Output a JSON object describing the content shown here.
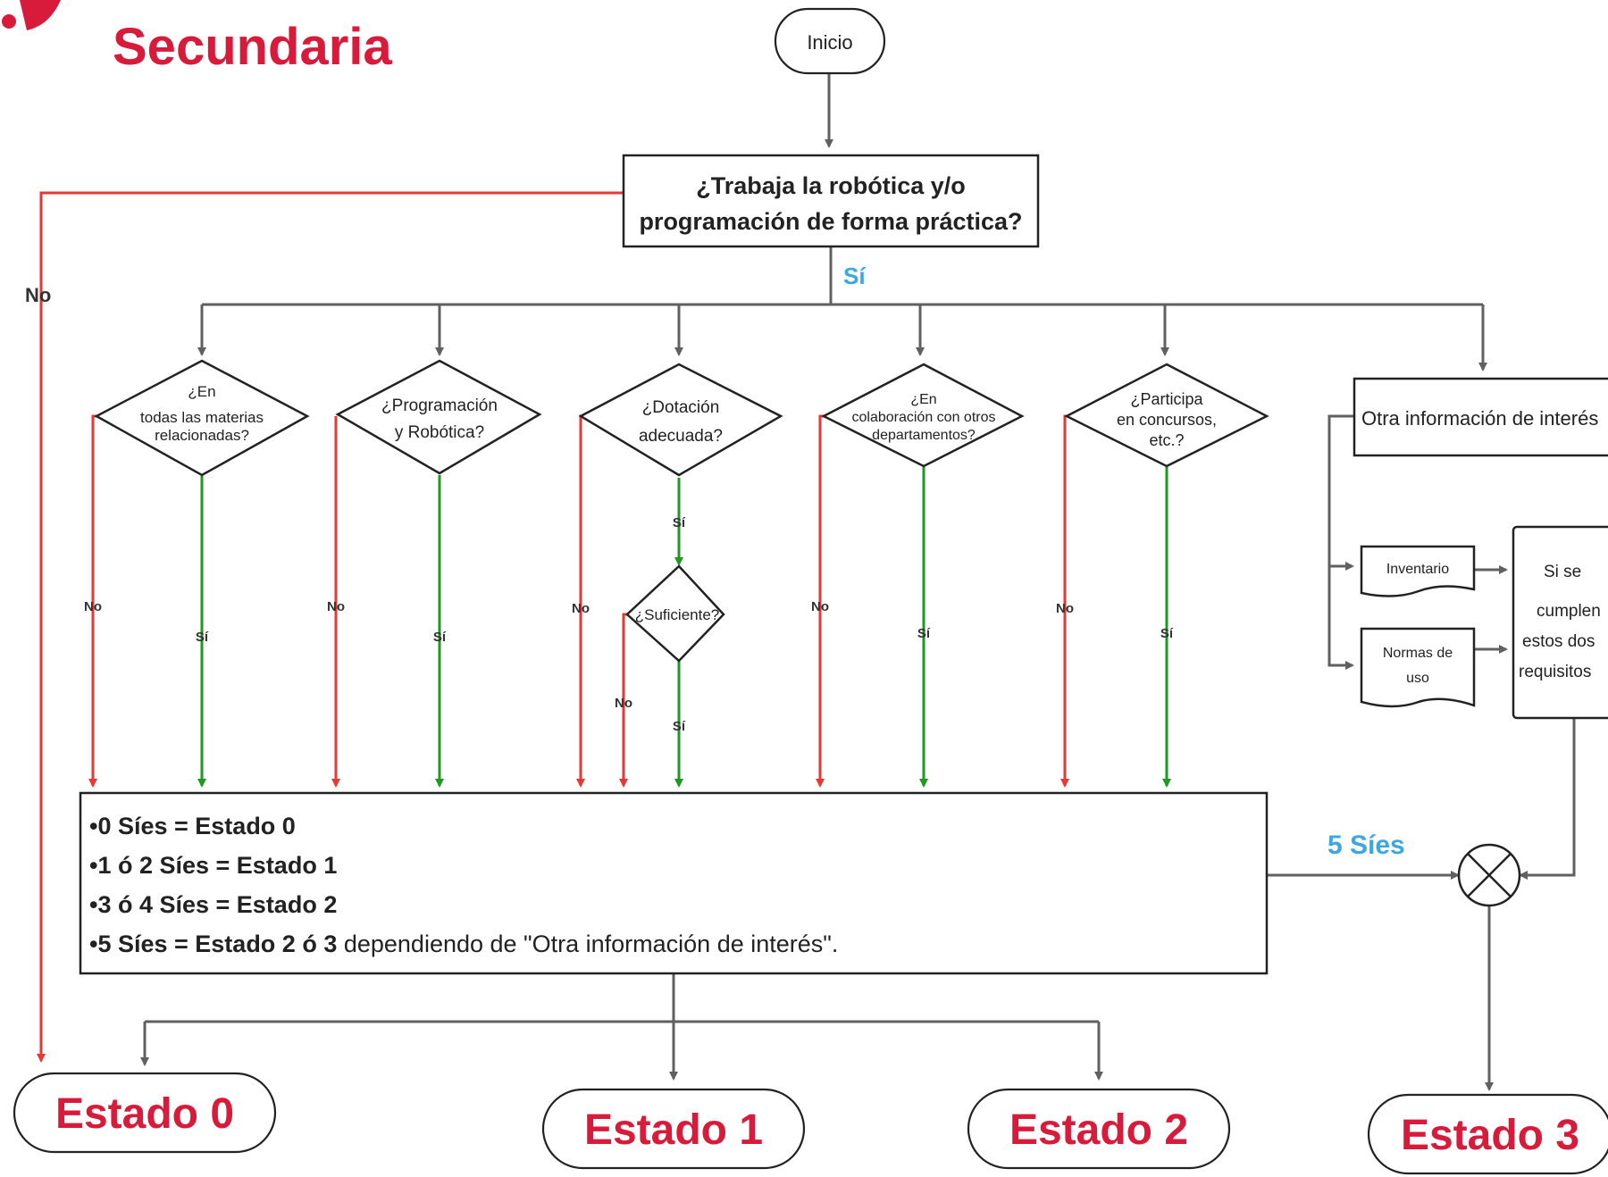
{
  "header": {
    "title": "Secundaria",
    "title_color": "#d81b3b"
  },
  "colors": {
    "no_branch": "#e53935",
    "si_branch": "#1e9a1e",
    "si_label": "#3ba8e0",
    "neutral": "#606060",
    "state_text": "#d81b3b"
  },
  "start": {
    "label": "Inicio"
  },
  "main_question": {
    "line1": "¿Trabaja la robótica y/o",
    "line2": "programación de forma práctica?",
    "yes_label": "Sí",
    "no_label": "No"
  },
  "decisions": [
    {
      "lines": [
        "¿En",
        "todas las materias",
        "relacionadas?"
      ],
      "no_label": "No",
      "yes_label": "Sí"
    },
    {
      "lines": [
        "¿Programación",
        "y Robótica?"
      ],
      "no_label": "No",
      "yes_label": "Sí"
    },
    {
      "lines": [
        "¿Dotación",
        "adecuada?"
      ],
      "no_label": "No",
      "yes_label": "Sí"
    },
    {
      "lines": [
        "¿En",
        "colaboración con otros",
        "departamentos?"
      ],
      "no_label": "No",
      "yes_label": "Sí"
    },
    {
      "lines": [
        "¿Participa",
        "en concursos,",
        "etc.?"
      ],
      "no_label": "No",
      "yes_label": "Sí"
    }
  ],
  "sub_decision": {
    "label": "¿Suficiente?",
    "no_label": "No",
    "yes_label": "Sí"
  },
  "other_info": {
    "label": "Otra información de interés",
    "documents": [
      {
        "lines": [
          "Inventario"
        ]
      },
      {
        "lines": [
          "Normas de",
          "uso"
        ]
      }
    ],
    "requirement_lines": [
      "Si se",
      "cumplen",
      "estos dos",
      "requisitos"
    ]
  },
  "rules": [
    {
      "bold": "•0 Síes = Estado 0",
      "rest": ""
    },
    {
      "bold": "•1 ó 2 Síes = Estado 1",
      "rest": ""
    },
    {
      "bold": "•3 ó 4 Síes = Estado 2",
      "rest": ""
    },
    {
      "bold": "•5 Síes = Estado 2 ó 3",
      "rest": " dependiendo de \"Otra información de interés\"."
    }
  ],
  "five_si_label": "5 Síes",
  "states": [
    {
      "label": "Estado 0"
    },
    {
      "label": "Estado 1"
    },
    {
      "label": "Estado 2"
    },
    {
      "label": "Estado 3"
    }
  ]
}
